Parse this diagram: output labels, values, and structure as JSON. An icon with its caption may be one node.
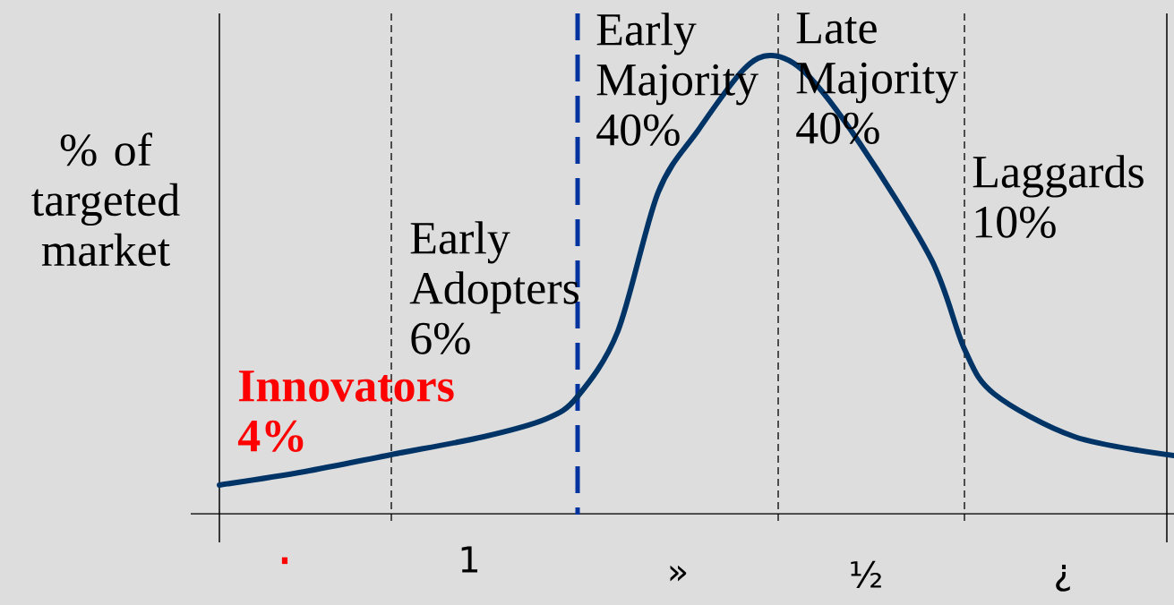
{
  "diagram": {
    "labels": [
      "Early Majority 40%",
      "Late Majority 40%",
      "% of targeted market",
      "Laggards 10%",
      "Early Adopters 6%",
      "Innovators 4%",
      "·",
      "1",
      "»",
      "½",
      "¿"
    ]
  }
}
